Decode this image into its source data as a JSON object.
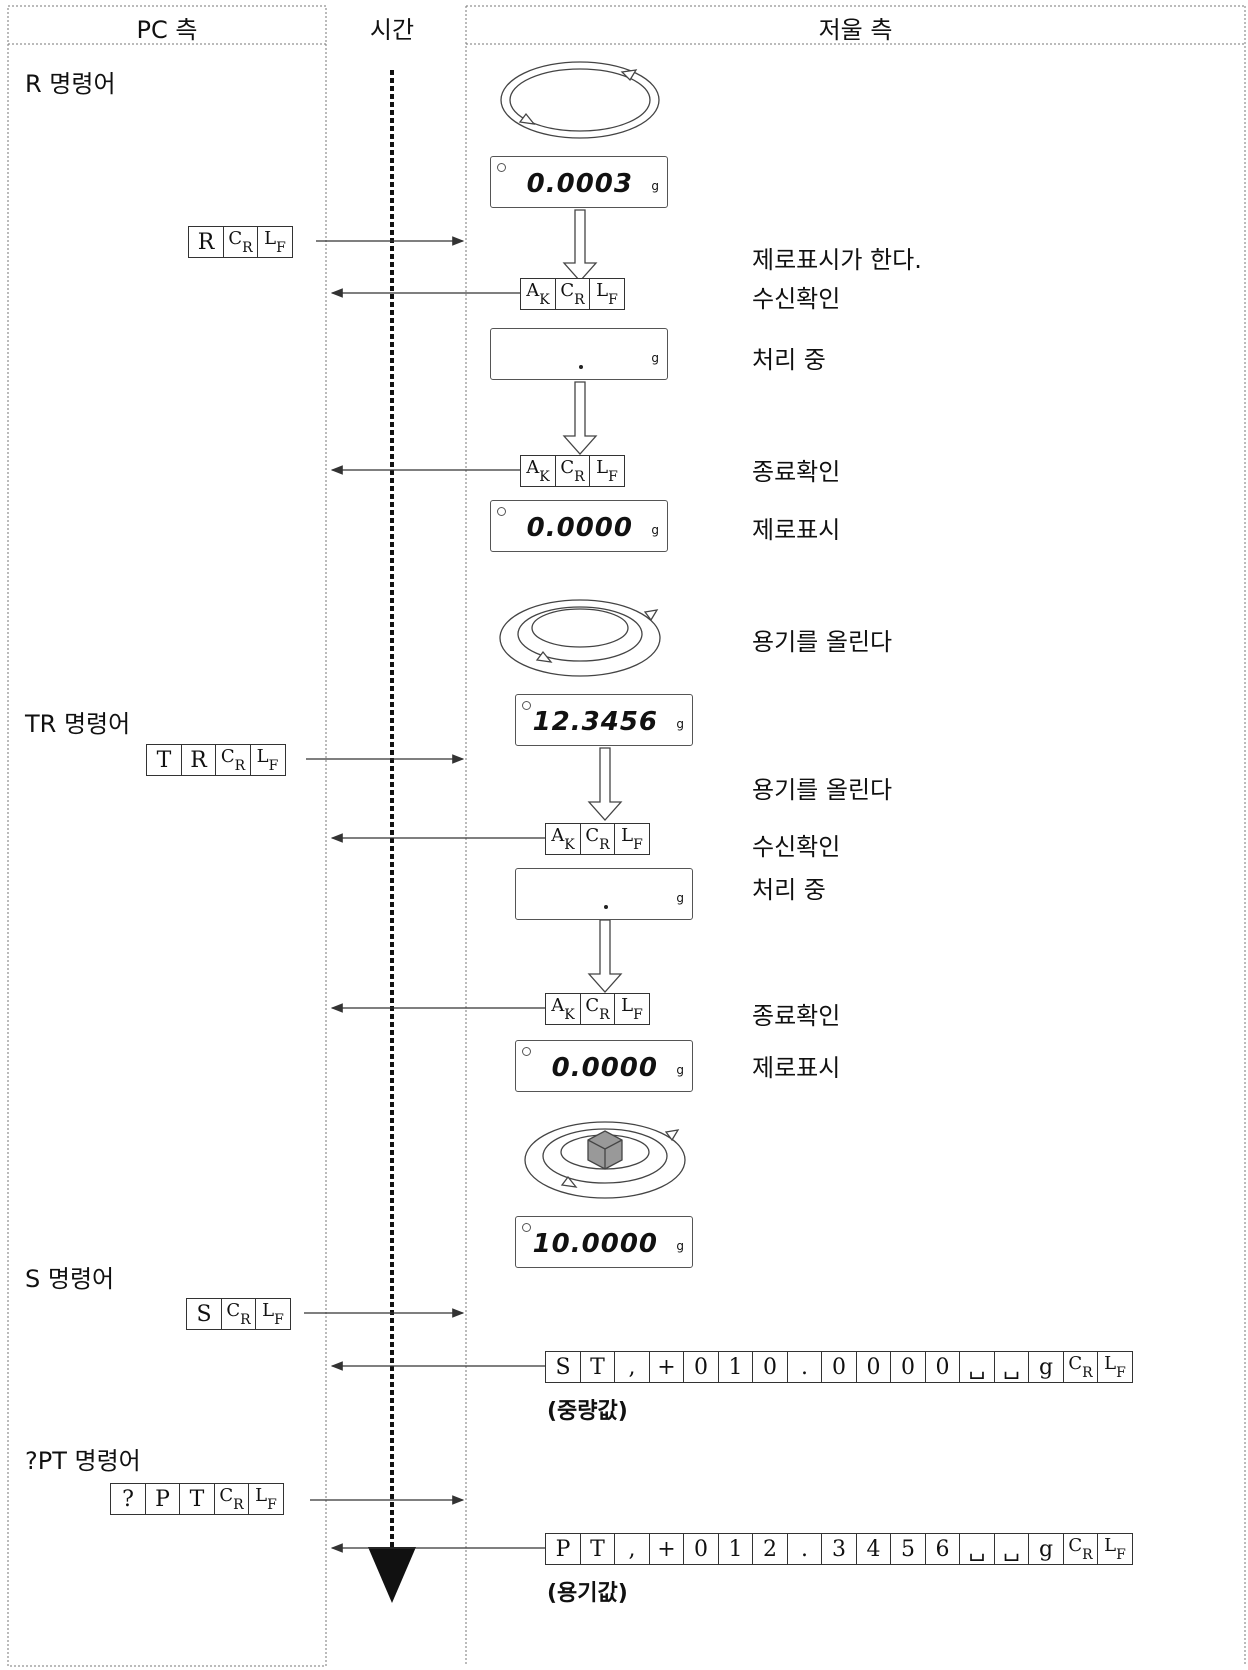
{
  "headers": {
    "pc": "PC 측",
    "time": "시간",
    "scale": "저울 측"
  },
  "commands": {
    "r": {
      "label": "R 명령어",
      "cells": [
        "R",
        [
          "C",
          "R"
        ],
        [
          "L",
          "F"
        ]
      ]
    },
    "tr": {
      "label": "TR 명령어",
      "cells": [
        "T",
        "R",
        [
          "C",
          "R"
        ],
        [
          "L",
          "F"
        ]
      ]
    },
    "s": {
      "label": "S 명령어",
      "cells": [
        "S",
        [
          "C",
          "R"
        ],
        [
          "L",
          "F"
        ]
      ]
    },
    "pt": {
      "label": "?PT 명령어",
      "cells": [
        "?",
        "P",
        "T",
        [
          "C",
          "R"
        ],
        [
          "L",
          "F"
        ]
      ]
    }
  },
  "ack_cells": [
    [
      "A",
      "K"
    ],
    [
      "C",
      "R"
    ],
    [
      "L",
      "F"
    ]
  ],
  "displays": {
    "d1": {
      "value": "0.0003",
      "unit": "g"
    },
    "d2": {
      "value": "",
      "unit": "g"
    },
    "d3": {
      "value": "0.0000",
      "unit": "g"
    },
    "d4": {
      "value": "12.3456",
      "unit": "g"
    },
    "d5": {
      "value": "",
      "unit": "g"
    },
    "d6": {
      "value": "0.0000",
      "unit": "g"
    },
    "d7": {
      "value": "10.0000",
      "unit": "g"
    }
  },
  "notes": {
    "n1": "제로표시가 한다.",
    "n2": "수신확인",
    "n3": "처리 중",
    "n4": "종료확인",
    "n5": "제로표시",
    "n6": "용기를 올린다",
    "n7": "용기를 올린다",
    "n8": "수신확인",
    "n9": "처리 중",
    "n10": "종료확인",
    "n11": "제로표시"
  },
  "responses": {
    "s": {
      "cells": [
        "S",
        "T",
        ",",
        "+",
        "0",
        "1",
        "0",
        ".",
        "0",
        "0",
        "0",
        "0",
        "␣",
        "␣",
        "g",
        [
          "C",
          "R"
        ],
        [
          "L",
          "F"
        ]
      ],
      "caption": "(중량값)"
    },
    "pt": {
      "cells": [
        "P",
        "T",
        ",",
        "+",
        "0",
        "1",
        "2",
        ".",
        "3",
        "4",
        "5",
        "6",
        "␣",
        "␣",
        "g",
        [
          "C",
          "R"
        ],
        [
          "L",
          "F"
        ]
      ],
      "caption": "(용기값)"
    }
  }
}
